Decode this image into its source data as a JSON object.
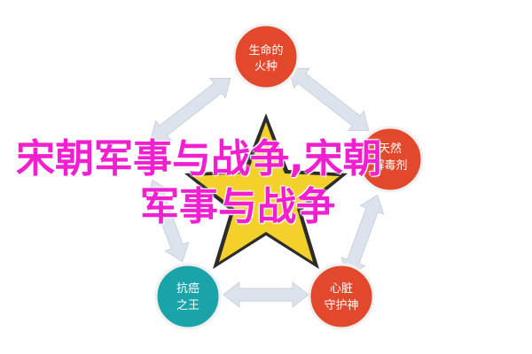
{
  "nodes": {
    "top": {
      "line1": "生命的",
      "line2": "火种",
      "color": "#e2492c"
    },
    "right": {
      "line1": "天然",
      "line2": "解毒剂",
      "color": "#ffffff"
    },
    "bottom_right": {
      "line1": "心脏",
      "line2": "守护神",
      "color": "#e2492c"
    },
    "bottom_left": {
      "line1": "抗癌",
      "line2": "之王",
      "color": "#1aa3a8"
    }
  },
  "overlay": {
    "line1": "宋朝军事与战争,宋朝",
    "line2": "军事与战争",
    "color": "#f020d0"
  },
  "colors": {
    "arrow": "#dde3ec",
    "star": "#f3d12a",
    "star_bg": "#2c2c2c"
  }
}
